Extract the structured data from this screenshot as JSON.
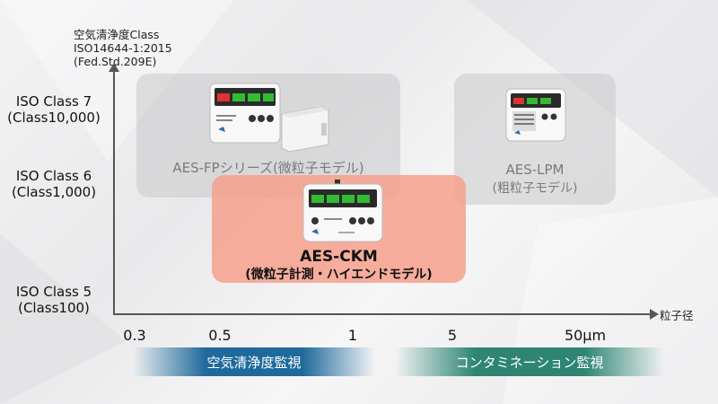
{
  "axis": {
    "title_lines": [
      "空気清浄度Class",
      "ISO14644-1:2015",
      "(Fed.Std.209E)"
    ],
    "x_label": "粒子径"
  },
  "y_levels": [
    {
      "name": "ISO Class 7",
      "sub": "(Class10,000)"
    },
    {
      "name": "ISO Class 6",
      "sub": "(Class1,000)"
    },
    {
      "name": "ISO Class 5",
      "sub": "(Class100)"
    }
  ],
  "x_ticks": [
    "0.3",
    "0.5",
    "1",
    "5",
    "50μm"
  ],
  "products": {
    "fp": {
      "label": "AES-FPシリーズ(微粒子モデル)"
    },
    "lpm": {
      "name": "AES-LPM",
      "sub": "(粗粒子モデル)"
    },
    "ckm": {
      "name": "AES-CKM",
      "sub": "(微粒子計測・ハイエンドモデル)"
    }
  },
  "bands": {
    "air": "空気清浄度監視",
    "contamination": "コンタミネーション監視"
  },
  "colors": {
    "ckm_box": "#f6a08c",
    "air_band": "#1f6a9c",
    "contamination_band": "#2d8572"
  }
}
